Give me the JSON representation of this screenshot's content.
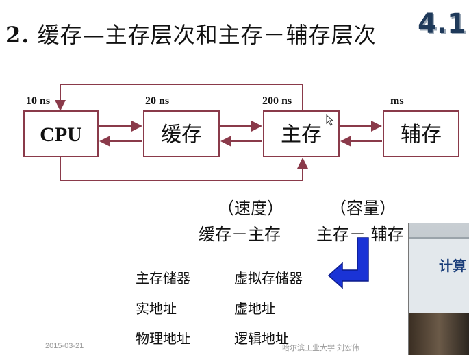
{
  "title": {
    "number": "2.",
    "text": "缓存—主存层次和主存－辅存层次"
  },
  "badge": "4.1",
  "diagram": {
    "timings": [
      "10 ns",
      "20 ns",
      "200 ns",
      "ms"
    ],
    "boxes": [
      "CPU",
      "缓存",
      "主存",
      "辅存"
    ]
  },
  "hierarchy": {
    "speed_label": "（速度）",
    "capacity_label": "（容量）",
    "cache_main": "缓存－主存",
    "main_aux": "主存－ 辅存"
  },
  "table": {
    "left": [
      "主存储器",
      "实地址",
      "物理地址"
    ],
    "right": [
      "虚拟存储器",
      "虚地址",
      "逻辑地址"
    ]
  },
  "video": {
    "sign_text": "计算"
  },
  "footer": {
    "date": "2015-03-21",
    "credit": "哈尔滨工业大学  刘宏伟"
  }
}
